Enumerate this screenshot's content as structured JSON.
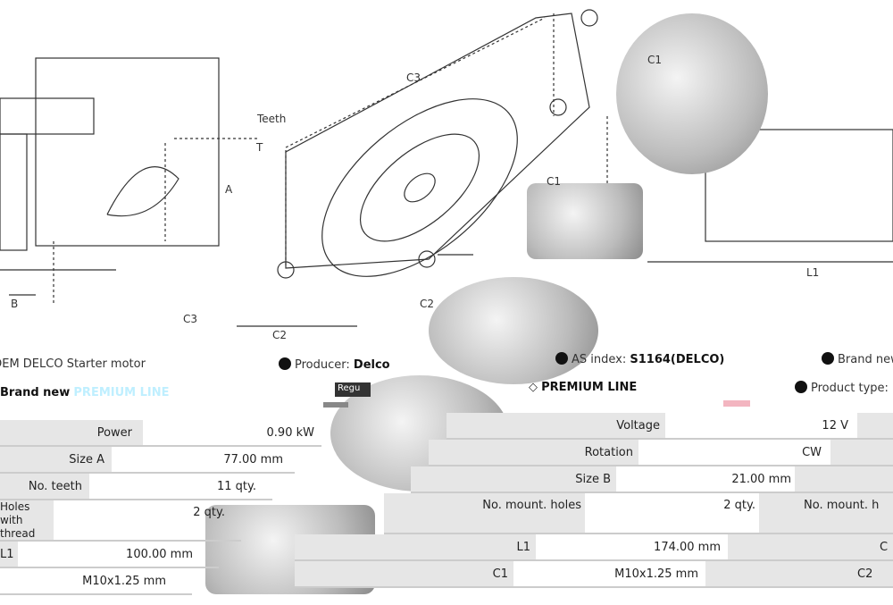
{
  "diagram": {
    "labels": {
      "teeth": "Teeth",
      "a": "A",
      "b": "B",
      "t": "T",
      "c1": "C1",
      "c1b": "C1",
      "c2": "C2",
      "c2b": "C2",
      "c3": "C3",
      "c3b": "C3",
      "l1": "L1"
    }
  },
  "header": {
    "title": "OEM DELCO Starter motor",
    "producer_label": "Producer:",
    "producer_value": "Delco",
    "as_index_label": "AS index:",
    "as_index_value": "S1164(DELCO)",
    "brand_label": "Brand new",
    "condition": "Brand new",
    "premium_line": "PREMIUM LINE",
    "premium_line2": "PREMIUM LINE",
    "product_type_label": "Product type:",
    "badge": "Regu"
  },
  "left_table": [
    {
      "label": "Power",
      "value": "0.90 kW"
    },
    {
      "label": "Size A",
      "value": "77.00 mm"
    },
    {
      "label": "No. teeth",
      "value": "11 qty."
    },
    {
      "label": "Holes with thread",
      "value": "2 qty."
    },
    {
      "label": "L1",
      "value": "100.00 mm"
    },
    {
      "label": "",
      "value": "M10x1.25 mm"
    }
  ],
  "right_table": [
    {
      "label": "Voltage",
      "value": "12 V",
      "label2": ""
    },
    {
      "label": "Rotation",
      "value": "CW",
      "label2": ""
    },
    {
      "label": "Size B",
      "value": "21.00 mm",
      "label2": ""
    },
    {
      "label": "No. mount. holes",
      "value": "2 qty.",
      "label2": "No. mount. h"
    },
    {
      "label": "L1",
      "value": "174.00 mm",
      "label2": "C"
    },
    {
      "label": "C1",
      "value": "M10x1.25 mm",
      "label2": "C2"
    }
  ]
}
